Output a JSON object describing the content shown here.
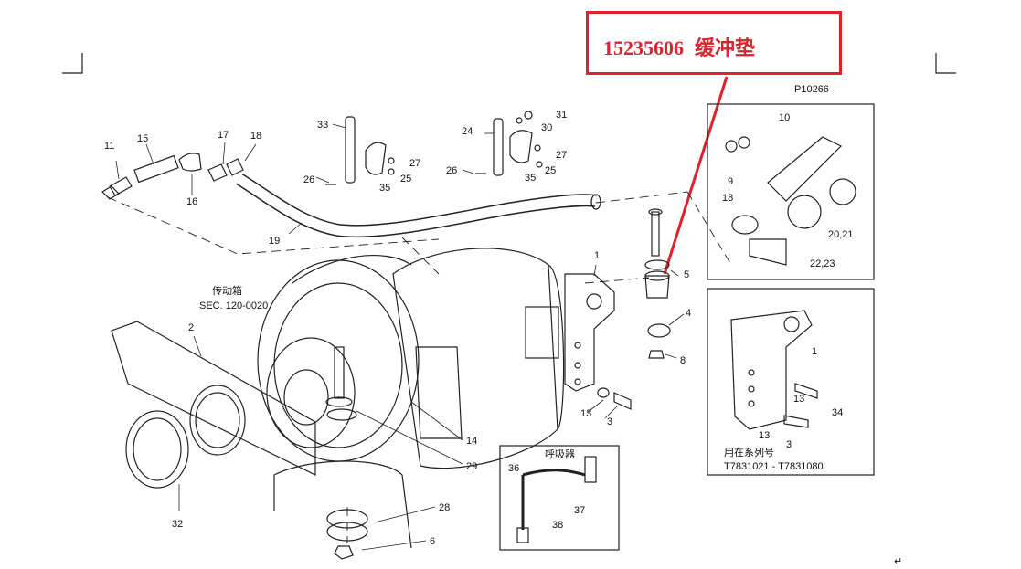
{
  "callout": {
    "part_number": "15235606",
    "part_name": "缓冲垫"
  },
  "drawing_id": "P10266",
  "labels": {
    "gearbox_cn": "传动箱",
    "gearbox_sec": "SEC. 120-0020",
    "breather_cn": "呼吸器",
    "applies_to_cn": "用在系列号",
    "serial_range": "T7831021 - T7831080",
    "return_mark": "↵"
  },
  "callouts": {
    "n1": "1",
    "n2": "2",
    "n3": "3",
    "n4": "4",
    "n5": "5",
    "n6": "6",
    "n8": "8",
    "n9": "9",
    "n10": "10",
    "n11": "11",
    "n13": "13",
    "n14": "14",
    "n15": "15",
    "n16": "16",
    "n17": "17",
    "n18": "18",
    "n19": "19",
    "n20_21": "20,21",
    "n22_23": "22,23",
    "n24": "24",
    "n25": "25",
    "n26": "26",
    "n27": "27",
    "n28": "28",
    "n29": "29",
    "n30": "30",
    "n31": "31",
    "n32": "32",
    "n33": "33",
    "n34": "34",
    "n35": "35",
    "n36": "36",
    "n37": "37",
    "n38": "38"
  }
}
